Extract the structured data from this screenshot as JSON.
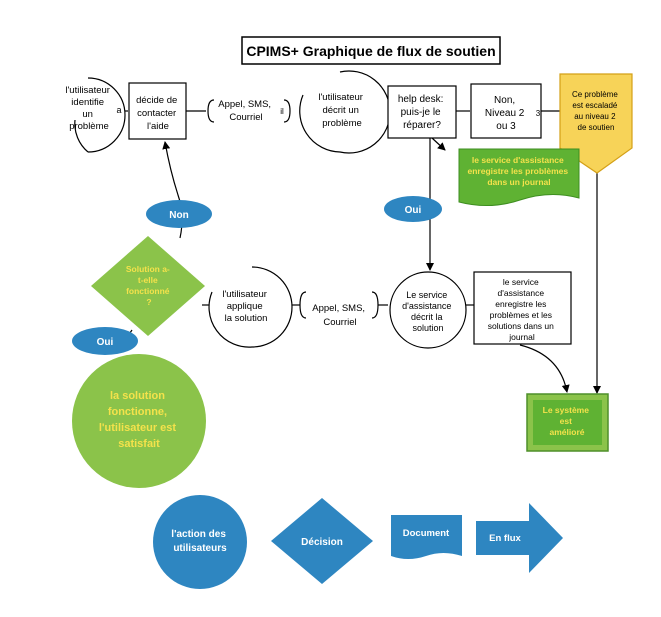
{
  "title": "CPIMS+ Graphique de flux de soutien",
  "colors": {
    "blue": "#2e86c1",
    "green": "#8bc34a",
    "yellow": "#f7d358",
    "dark_green": "#5fb233",
    "yellow_text": "#f4e24b"
  },
  "nodes": {
    "user_identifies": [
      "l'utilisateur",
      "identifie",
      "un",
      "problème"
    ],
    "a_label": "a",
    "decides_contact": [
      "décide de",
      "contacter",
      "l'aide"
    ],
    "channels_top": [
      "Appel, SMS,",
      "Courriel"
    ],
    "il_label": "il",
    "user_describes": [
      "l'utilisateur",
      "décrit un",
      "problème"
    ],
    "help_desk": [
      "help desk:",
      "puis-je le",
      "réparer?"
    ],
    "non_levels": [
      "Non,",
      "Niveau 2",
      "ou 3"
    ],
    "three_label": "3",
    "escalated": [
      "Ce problème",
      "est escaladé",
      "au niveau 2",
      "de soutien"
    ],
    "logs_problems": [
      "le service d'assistance",
      "enregistre les problèmes",
      "dans un journal"
    ],
    "oui_help": "Oui",
    "non_solution": "Non",
    "solution_works": [
      "Solution a-",
      "t-elle",
      "fonctionné",
      "?"
    ],
    "user_applies": [
      "l'utilisateur",
      "applique",
      "la solution"
    ],
    "channels_bottom": [
      "Appel, SMS,",
      "Courriel"
    ],
    "service_describes": [
      "Le service",
      "d'assistance",
      "décrit la",
      "solution"
    ],
    "logs_solutions": [
      "le service",
      "d'assistance",
      "enregistre les",
      "problèmes et les",
      "solutions dans un",
      "journal"
    ],
    "oui_solution": "Oui",
    "solution_ok": [
      "la solution",
      "fonctionne,",
      "l'utilisateur est",
      "satisfait"
    ],
    "system_improved": [
      "Le système",
      "est",
      "amélioré"
    ]
  },
  "legend": {
    "action": [
      "l'action des",
      "utilisateurs"
    ],
    "decision": "Décision",
    "document": "Document",
    "flow": "En flux"
  }
}
